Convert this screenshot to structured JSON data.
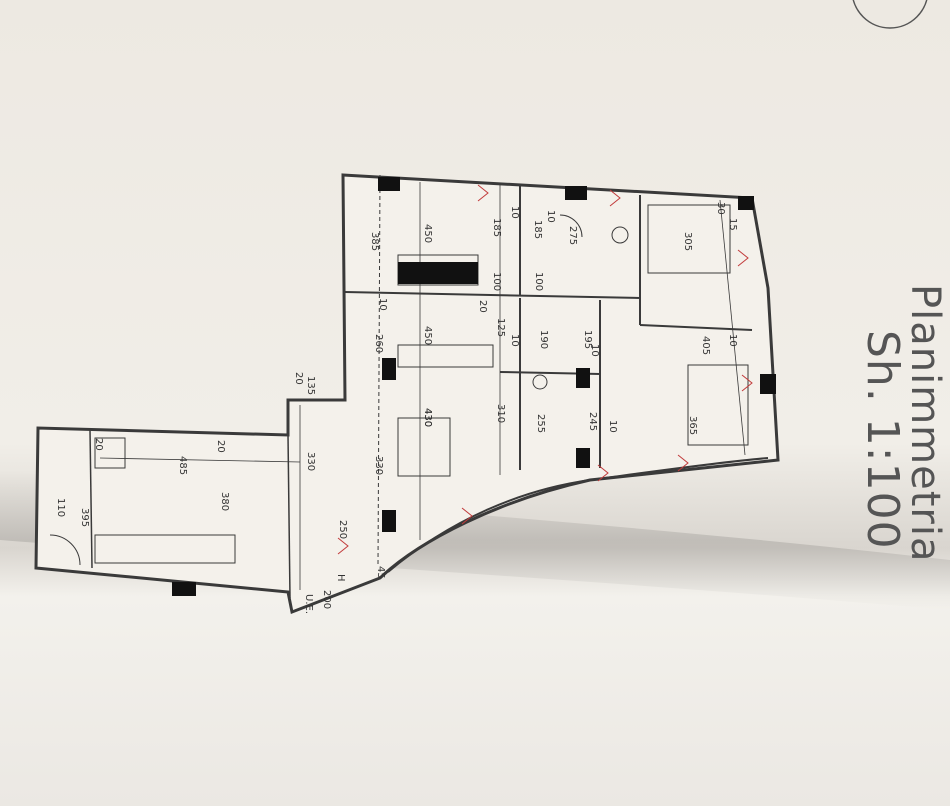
{
  "sheet": {
    "title": "Planimmetria",
    "scale": "Sh. 1:100"
  },
  "plan": {
    "dimensions": [
      "450",
      "305",
      "385",
      "275",
      "185",
      "185",
      "30",
      "15",
      "10",
      "10",
      "100",
      "100",
      "20",
      "125",
      "10",
      "450",
      "195",
      "190",
      "10",
      "10",
      "405",
      "260",
      "10",
      "430",
      "310",
      "245",
      "255",
      "365",
      "10",
      "135",
      "20",
      "330",
      "330",
      "430",
      "485",
      "250",
      "380",
      "20",
      "110",
      "395",
      "200",
      "45",
      "20"
    ],
    "markers": [
      "H",
      "U.E."
    ],
    "colors": {
      "line": "#3a3a3a",
      "paper": "#f3f0ea",
      "annotation": "#c23b3b",
      "fill": "#111111"
    }
  }
}
